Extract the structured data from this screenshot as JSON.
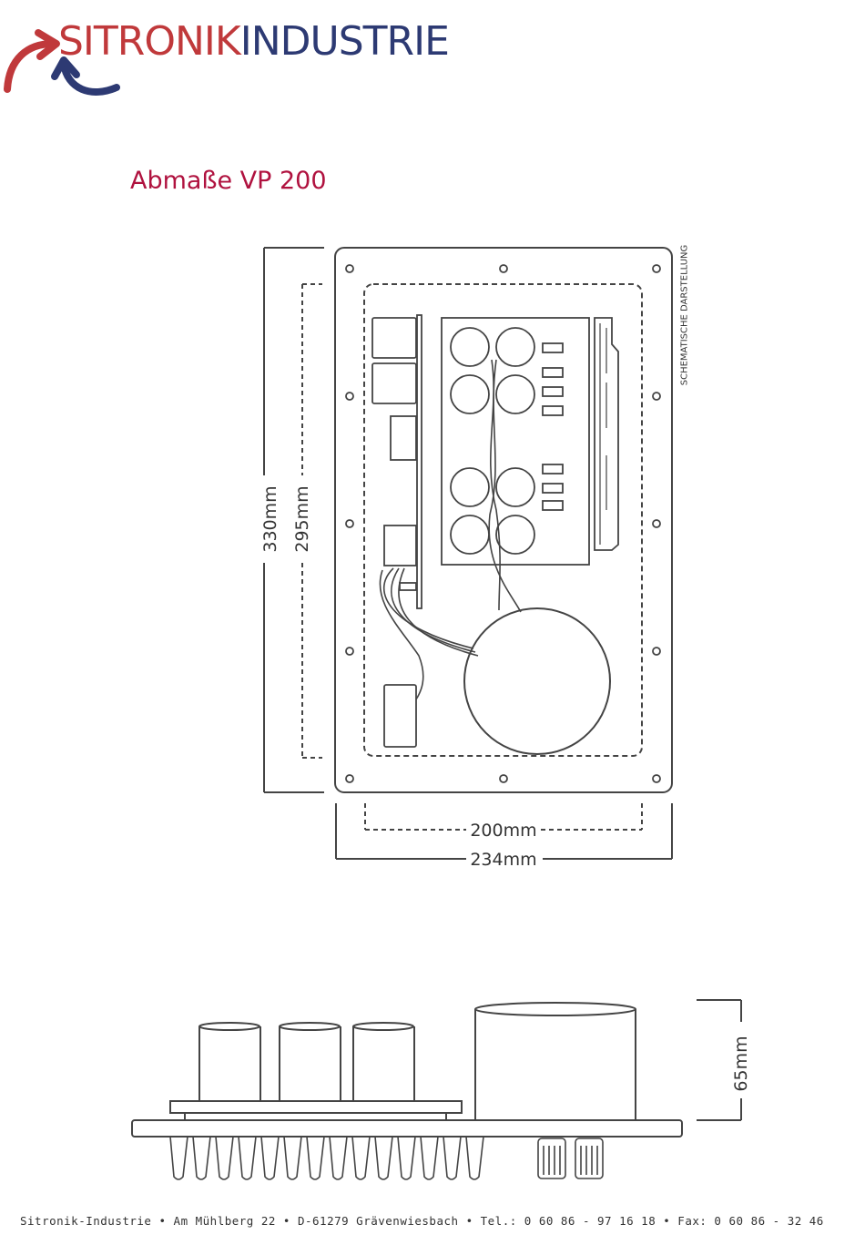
{
  "brand": {
    "name_part1": "SITRONIK",
    "name_part2": "INDUSTRIE",
    "color_red": "#c0393b",
    "color_blue": "#2d3a73"
  },
  "heading": "Abmaße VP 200",
  "heading_color": "#b0123f",
  "labels": {
    "schematic_note": "SCHEMATISCHE DARSTELLUNG",
    "height_outer": "330mm",
    "height_inner": "295mm",
    "width_inner": "200mm",
    "width_outer": "234mm",
    "depth": "65mm"
  },
  "footer": "Sitronik-Industrie • Am Mühlberg 22 • D-61279 Grävenwiesbach • Tel.: 0 60 86 - 97 16 18 • Fax: 0 60 86 - 32 46"
}
